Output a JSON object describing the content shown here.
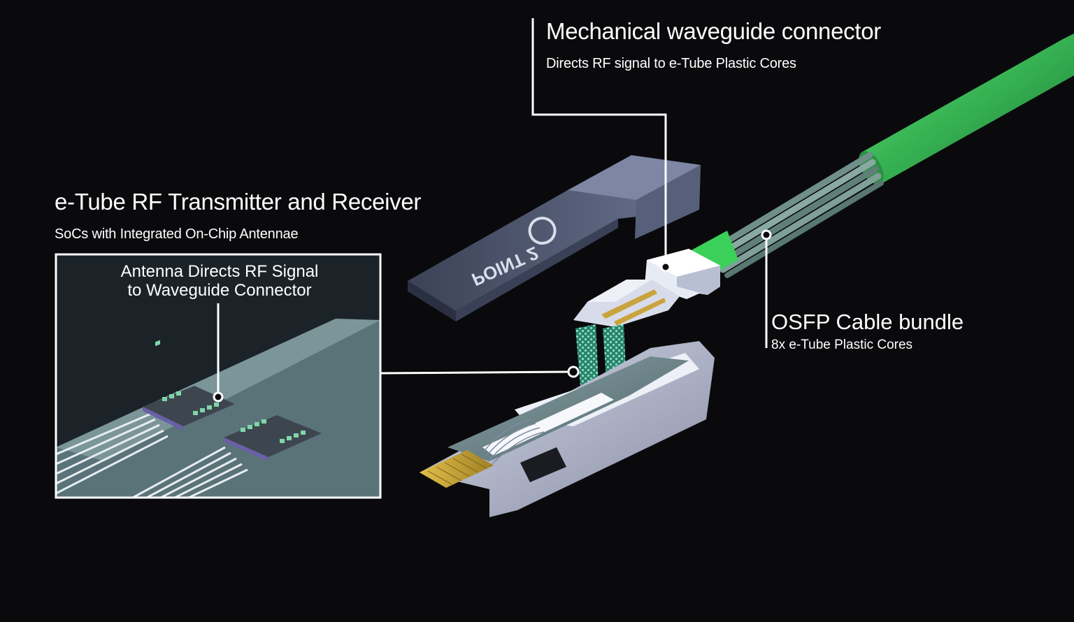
{
  "labels": {
    "waveguide_title": "Mechanical waveguide connector",
    "waveguide_subtitle": "Directs RF signal to e-Tube Plastic Cores",
    "transmitter_title": "e-Tube RF Transmitter and Receiver",
    "transmitter_subtitle": "SoCs with Integrated On-Chip Antennae",
    "antenna_callout_line1": "Antenna Directs RF Signal",
    "antenna_callout_line2": "to Waveguide Connector",
    "osfp_title": "OSFP Cable bundle",
    "osfp_subtitle": "8x e-Tube Plastic Cores",
    "brand_logo": "POINT 2"
  },
  "colors": {
    "background": "#0a0a0d",
    "cable_green": "#3fc05e",
    "housing_blue": "#6f7894",
    "board_teal": "#6f8d92",
    "gold_contacts": "#c9a53a",
    "leader_white": "#ffffff"
  }
}
